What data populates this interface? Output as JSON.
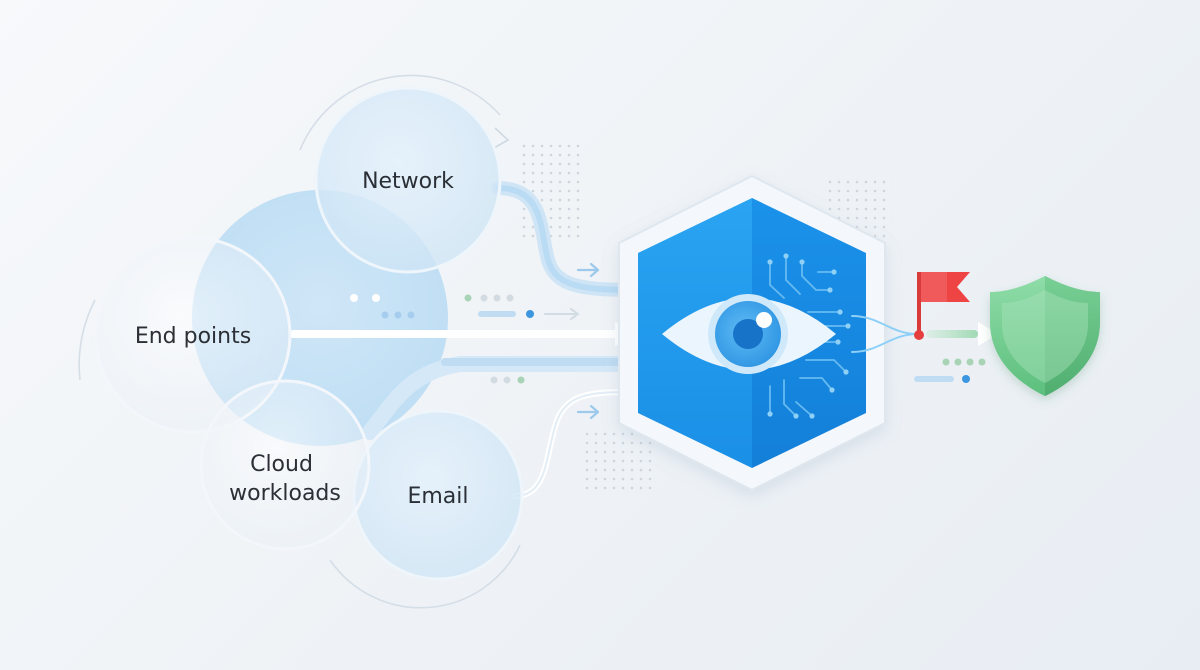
{
  "sources": [
    {
      "id": "network",
      "lines": [
        "Network"
      ]
    },
    {
      "id": "endpoints",
      "lines": [
        "End points"
      ]
    },
    {
      "id": "cloud",
      "lines": [
        "Cloud",
        "workloads"
      ]
    },
    {
      "id": "email",
      "lines": [
        "Email"
      ]
    }
  ],
  "detector": {
    "icon": "eye-icon",
    "pattern": "circuit-traces",
    "primary_color": "#1e96ec",
    "secondary_color": "#1688e0"
  },
  "alert": {
    "icon": "red-flag-icon",
    "color": "#ef4444"
  },
  "protection": {
    "icon": "green-shield-icon",
    "color": "#6fcf8f"
  },
  "colors": {
    "circle_fill": "#d9ebf8",
    "circle_fill_light": "#edf2f7",
    "flow": "#a9d3f3",
    "accent_green": "#93c9a4"
  }
}
